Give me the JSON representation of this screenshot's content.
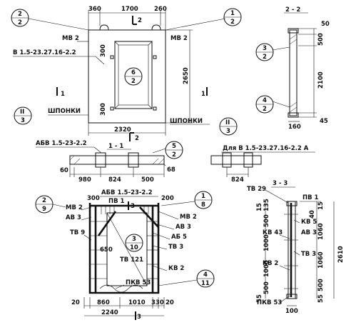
{
  "top_panel": {
    "dims_top": [
      "360",
      "1700",
      "260"
    ],
    "dim_height": "2650",
    "dim_width": "2320",
    "dim_300_upper": "300",
    "dim_300_lower": "300",
    "panel_mark": "В 1.5-23.27.16-2.2",
    "mb_left": "МВ 2",
    "mb_right": "МВ 2",
    "shponki_left": "ШПОНКИ",
    "shponki_right": "ШПОНКИ",
    "sec_2_mark": "2",
    "sec_1_left": "1",
    "sec_1_right": "1",
    "sec_2_bottom": "2",
    "circle_2_2": [
      "2",
      "2"
    ],
    "circle_1_2": [
      "1",
      "2"
    ],
    "circle_6_2": [
      "6",
      "2"
    ],
    "circle_II_3_left": [
      "II",
      "3"
    ],
    "circle_II_3_right": [
      "II",
      "3"
    ]
  },
  "section_2_2": {
    "title": "2 - 2",
    "dim_50": "50",
    "dim_500": "500",
    "dim_2100": "2100",
    "dim_45": "45",
    "dim_160": "160",
    "circle_3_2": [
      "3",
      "2"
    ],
    "circle_4_2": [
      "4",
      "2"
    ]
  },
  "section_1_1": {
    "label_left": "АБВ 1.5-23-2.2",
    "title": "1 - 1",
    "dims": [
      "60",
      "980",
      "824",
      "500"
    ],
    "dim_68": "68",
    "circle_5_2": [
      "5",
      "2"
    ]
  },
  "detail_for": {
    "label": "Для В 1.5-23.27.16-2.2 А",
    "dim": "824"
  },
  "reinforcement": {
    "label_top": "АБВ 1.5-23-2.2",
    "dim_300": "300",
    "dim_200": "200",
    "pv1": "ПВ 1",
    "mb_left": "МВ 2",
    "mb_right": "МВ 2",
    "ab3_left": "АВ 3",
    "ab3_right": "АВ 3",
    "ab5": "АБ 5",
    "tv9": "ТВ 9",
    "tv3": "ТВ 3",
    "tv121": "ТВ 121",
    "dim_650": "650",
    "kv2": "КВ 2",
    "pkv53": "ПКВ 53",
    "circle_2_9": [
      "2",
      "9"
    ],
    "circle_1_8": [
      "1",
      "8"
    ],
    "circle_3_10": [
      "3",
      "10"
    ],
    "circle_4_11": [
      "4",
      "11"
    ],
    "dims_bottom": [
      "20",
      "860",
      "1010",
      "330",
      "20"
    ],
    "dim_total": "2240",
    "sec_3_top": "3",
    "sec_3_bottom": "3"
  },
  "section_3_3": {
    "title": "3 - 3",
    "tv29": "ТВ 29",
    "pv1": "ПВ 1",
    "kv5": "КВ 5",
    "kv43": "КВ 43",
    "ab3": "АВ 3",
    "tv3": "ТВ 3",
    "kv2": "КВ 2",
    "pkv53": "ПКВ 53",
    "dims_left": [
      "15",
      "135",
      "500",
      "1000",
      "1000",
      "500",
      "55"
    ],
    "dims_right": [
      "15",
      "40",
      "1060",
      "1060",
      "500",
      "55"
    ],
    "dim_2610": "2610",
    "dim_100": "100",
    "dim_40": "40"
  }
}
